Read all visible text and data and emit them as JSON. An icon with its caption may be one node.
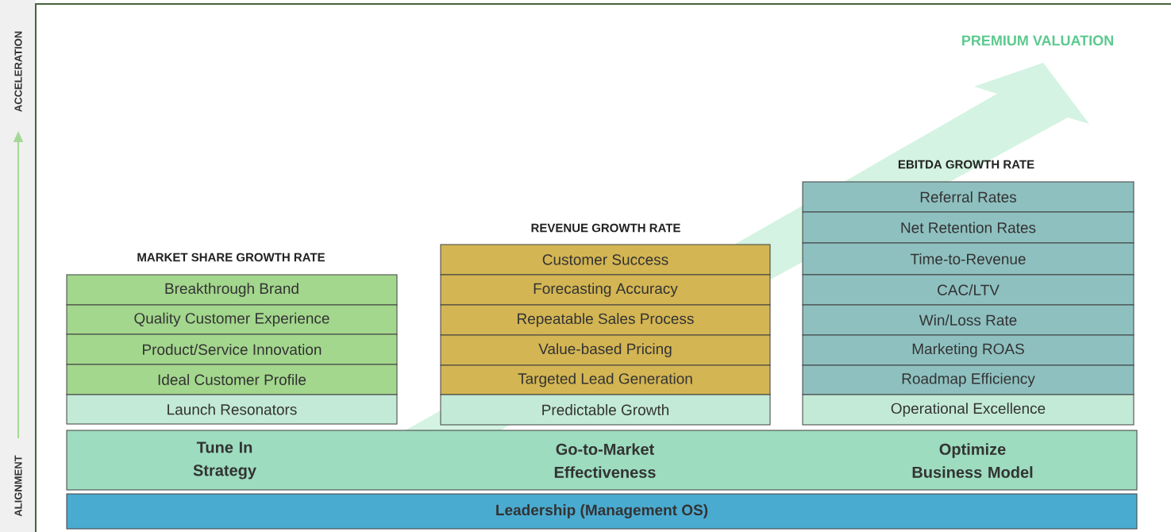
{
  "diagram": {
    "nodes": [
      {
        "text": [
          "Breakthrough Brand"
        ]
      },
      {
        "text": [
          "Quality Customer Experience"
        ]
      },
      {
        "text": [
          "Product/Service Innovation"
        ]
      },
      {
        "text": [
          "Ideal Customer Profile"
        ]
      },
      {
        "text": [
          "Launch Resonators"
        ]
      },
      {
        "text": [
          "Customer Success"
        ]
      },
      {
        "text": [
          "Forecasting Accuracy"
        ]
      },
      {
        "text": [
          "Repeatable Sales Process"
        ]
      },
      {
        "text": [
          "Value-based Pricing"
        ]
      },
      {
        "text": [
          "Targeted Lead Generation"
        ]
      },
      {
        "text": [
          "Predictable Growth"
        ]
      },
      {
        "text": [
          "Referral Rates"
        ]
      },
      {
        "text": [
          "Net Retention Rates"
        ]
      },
      {
        "text": [
          "Time-to-Revenue"
        ]
      },
      {
        "text": [
          "CAC/LTV"
        ]
      },
      {
        "text": [
          "Win/Loss Rate"
        ]
      },
      {
        "text": [
          "Marketing ROAS"
        ]
      },
      {
        "text": [
          "Roadmap Efficiency"
        ]
      },
      {
        "text": [
          "Operational Excellence"
        ]
      },
      {
        "text": [
          "Tune In Strategy",
          "Go-to-Market Effectiveness",
          "Optimize Business Model"
        ]
      },
      {
        "text": [
          "Leadership (Management OS)"
        ]
      }
    ],
    "labels": [
      "ACCELERATION",
      "ALIGNMENT",
      "PREMIUM VALUATION",
      "EBITDA GROWTH RATE",
      "REVENUE GROWTH RATE",
      "MARKET SHARE GROWTH RATE"
    ]
  }
}
